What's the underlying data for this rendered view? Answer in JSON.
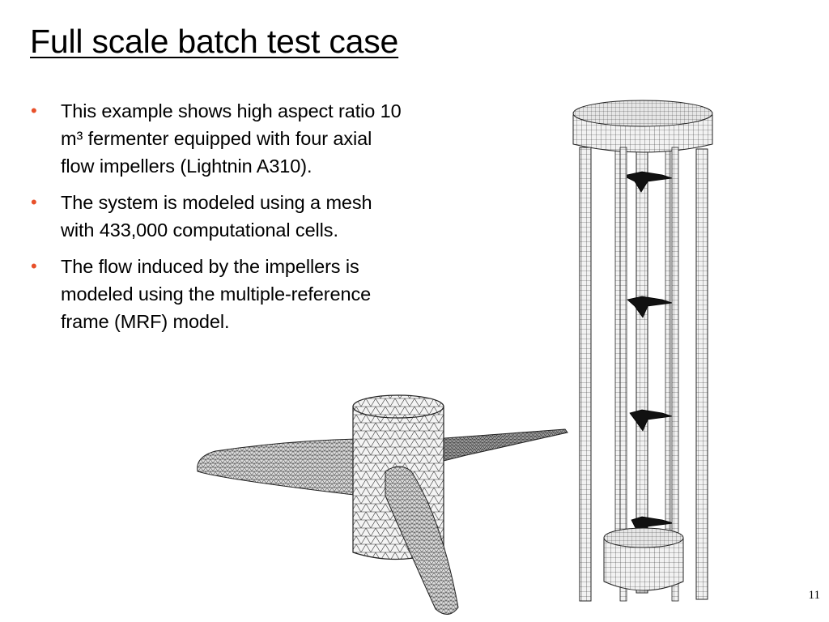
{
  "slide": {
    "title": "Full scale batch test case",
    "bullets": [
      "This example shows high aspect ratio 10 m³ fermenter equipped with four axial flow impellers (Lightnin A310).",
      "The system is modeled using a mesh with 433,000 computational cells.",
      "The flow induced by the impellers is modeled using the multiple-reference frame (MRF) model."
    ],
    "page_number": "11",
    "bullet_color": "#e8502a"
  }
}
